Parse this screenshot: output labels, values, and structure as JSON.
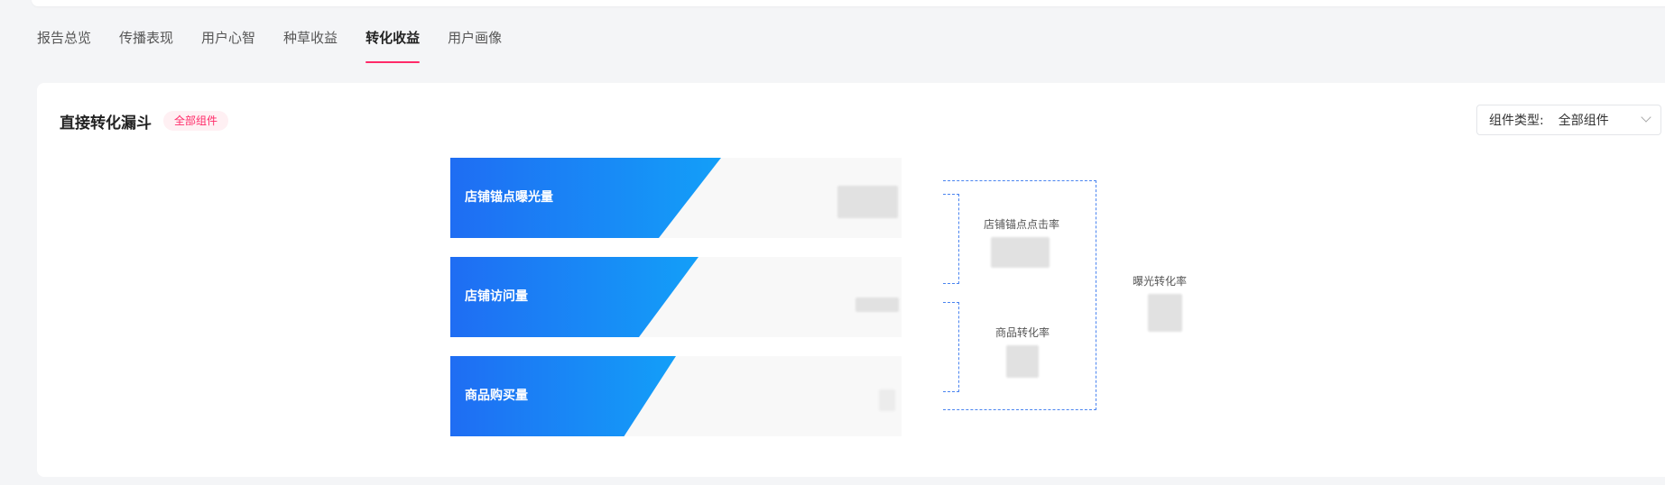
{
  "tabs": [
    "报告总览",
    "传播表现",
    "用户心智",
    "种草收益",
    "转化收益",
    "用户画像"
  ],
  "active_tab": "转化收益",
  "card": {
    "title": "直接转化漏斗",
    "badge": "全部组件",
    "select_label": "组件类型:",
    "select_value": "全部组件"
  },
  "funnel": {
    "rows": [
      {
        "label": "店铺锚点曝光量"
      },
      {
        "label": "店铺访问量"
      },
      {
        "label": "商品购买量"
      }
    ],
    "rates": {
      "click_rate": "店铺锚点点击率",
      "product_rate": "商品转化率",
      "exposure_rate": "曝光转化率"
    }
  },
  "colors": {
    "accent": "#ff2a68",
    "funnel_start": "#1f6df3",
    "funnel_end": "#139ff8",
    "bracket": "#4a84f0"
  }
}
